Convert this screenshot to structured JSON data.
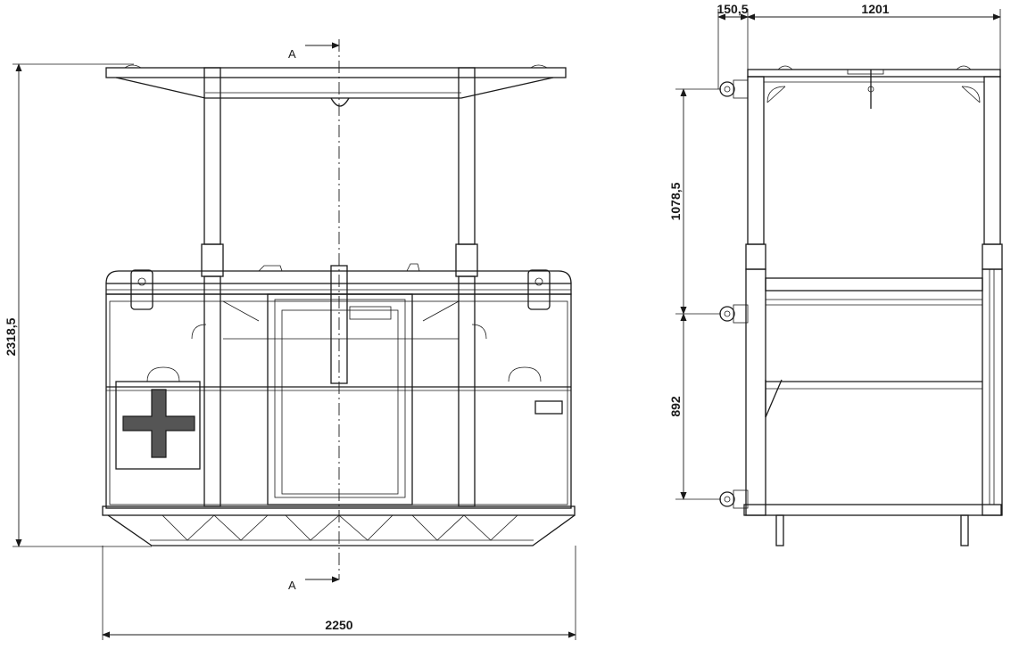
{
  "front_view": {
    "dim_height": "2318,5",
    "dim_width": "2250",
    "section_mark_top": "A",
    "section_mark_bottom": "A"
  },
  "side_view": {
    "dim_offset": "150,5",
    "dim_width": "1201",
    "dim_upper": "1078,5",
    "dim_lower": "892"
  }
}
